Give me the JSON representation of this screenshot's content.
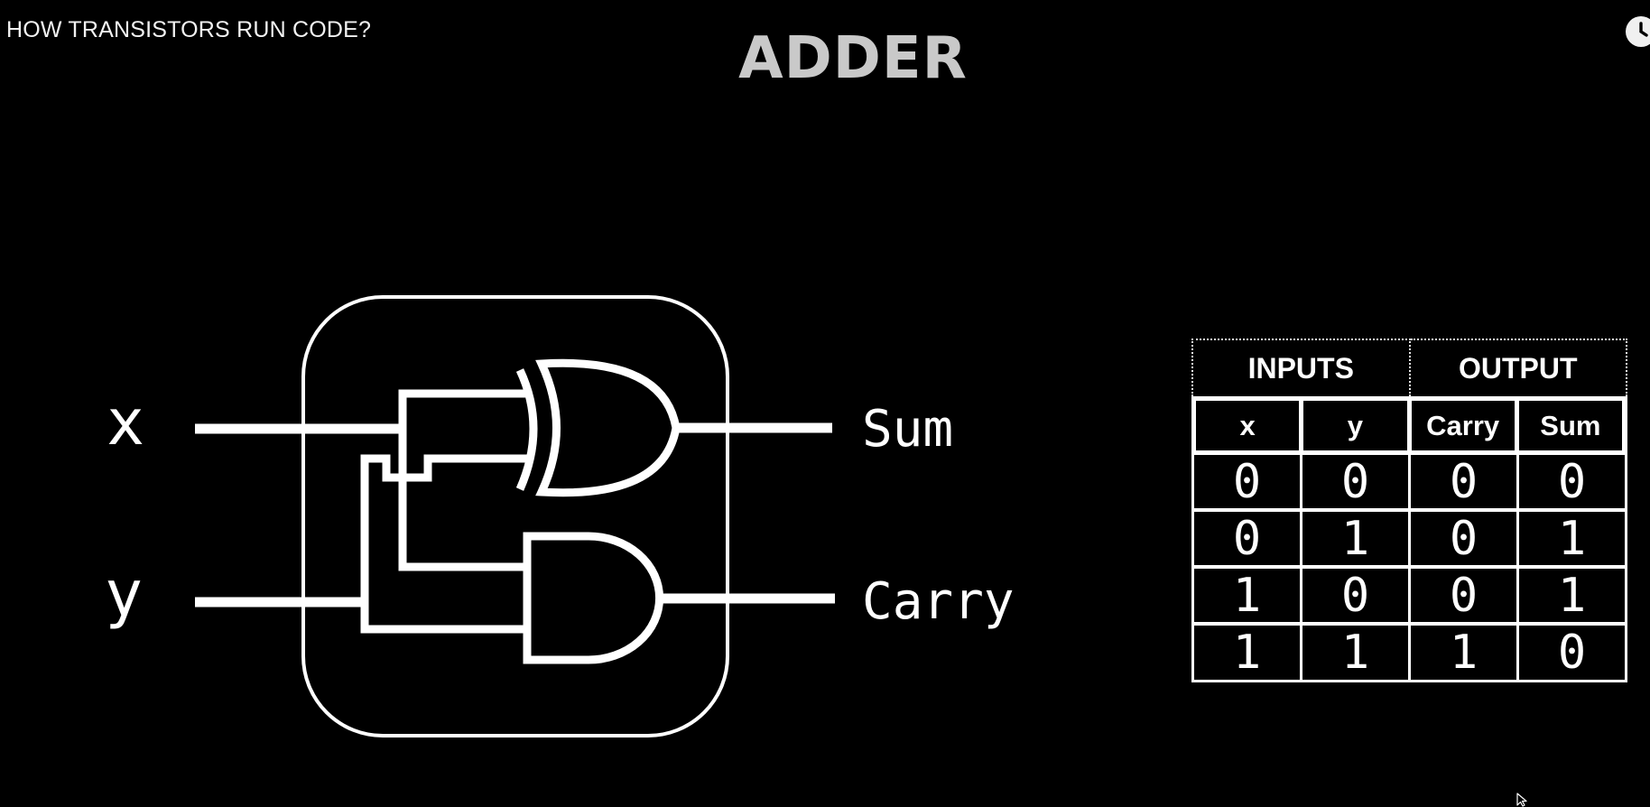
{
  "video": {
    "title": "HOW TRANSISTORS RUN CODE?"
  },
  "overlay": {
    "watch_later_icon": "clock-icon"
  },
  "slide": {
    "heading": "ADDER"
  },
  "circuit": {
    "inputs": [
      "x",
      "y"
    ],
    "outputs": [
      "Sum",
      "Carry"
    ],
    "gates": [
      "xor-gate",
      "and-gate"
    ]
  },
  "truth_table": {
    "groups": [
      "INPUTS",
      "OUTPUT"
    ],
    "columns": [
      "x",
      "y",
      "Carry",
      "Sum"
    ],
    "rows": [
      [
        "0",
        "0",
        "0",
        "0"
      ],
      [
        "0",
        "1",
        "0",
        "1"
      ],
      [
        "1",
        "0",
        "0",
        "1"
      ],
      [
        "1",
        "1",
        "1",
        "0"
      ]
    ]
  },
  "colors": {
    "background": "#000000",
    "foreground": "#ffffff",
    "heading": "#c9c9c9"
  }
}
